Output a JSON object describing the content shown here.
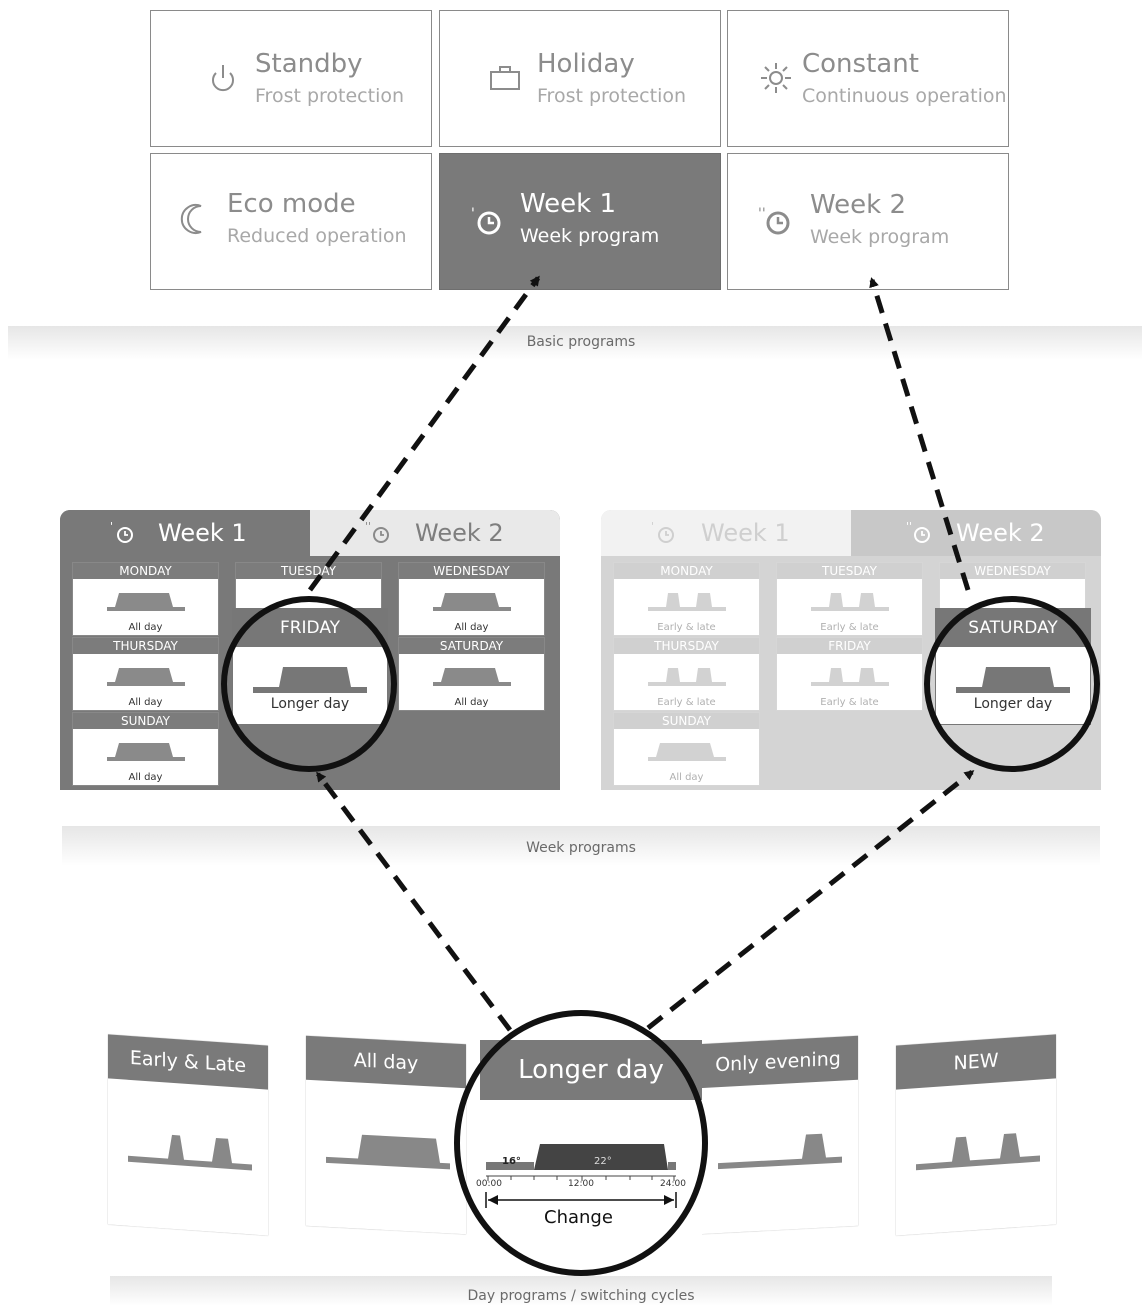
{
  "basic_programs": {
    "label": "Basic programs",
    "tiles": [
      {
        "title": "Standby",
        "subtitle": "Frost protection",
        "icon": "power-icon"
      },
      {
        "title": "Holiday",
        "subtitle": "Frost protection",
        "icon": "suitcase-icon"
      },
      {
        "title": "Constant",
        "subtitle": "Continuous operation",
        "icon": "sun-icon"
      },
      {
        "title": "Eco mode",
        "subtitle": "Reduced operation",
        "icon": "moon-icon"
      },
      {
        "title": "Week 1",
        "subtitle": "Week program",
        "icon": "week1-clock-icon",
        "selected": true
      },
      {
        "title": "Week 2",
        "subtitle": "Week program",
        "icon": "week2-clock-icon"
      }
    ]
  },
  "week_programs": {
    "label": "Week programs",
    "week1": {
      "tabs": [
        "Week 1",
        "Week 2"
      ],
      "days": [
        {
          "day": "MONDAY",
          "program": "All day"
        },
        {
          "day": "TUESDAY",
          "program": ""
        },
        {
          "day": "WEDNESDAY",
          "program": "All day"
        },
        {
          "day": "THURSDAY",
          "program": "All day"
        },
        {
          "day": "SATURDAY",
          "program": "All day"
        },
        {
          "day": "SUNDAY",
          "program": "All day"
        }
      ],
      "highlight": {
        "day": "FRIDAY",
        "program": "Longer day"
      }
    },
    "week2": {
      "tabs": [
        "Week 1",
        "Week 2"
      ],
      "days": [
        {
          "day": "MONDAY",
          "program": "Early & late"
        },
        {
          "day": "TUESDAY",
          "program": "Early & late"
        },
        {
          "day": "WEDNESDAY",
          "program": ""
        },
        {
          "day": "THURSDAY",
          "program": "Early & late"
        },
        {
          "day": "FRIDAY",
          "program": "Early & late"
        },
        {
          "day": "SUNDAY",
          "program": "All day"
        }
      ],
      "highlight": {
        "day": "SATURDAY",
        "program": "Longer day"
      }
    }
  },
  "day_programs": {
    "label": "Day programs / switching cycles",
    "cards": [
      "Early & Late",
      "All day",
      "Longer day",
      "Only evening",
      "NEW"
    ],
    "detail": {
      "title": "Longer day",
      "low_temp": "16°",
      "high_temp": "22°",
      "ticks": [
        "00:00",
        "12:00",
        "24:00"
      ],
      "action": "Change"
    }
  },
  "colors": {
    "selected": "#7a7a7a",
    "arrow": "#111111",
    "ring": "#111111"
  }
}
